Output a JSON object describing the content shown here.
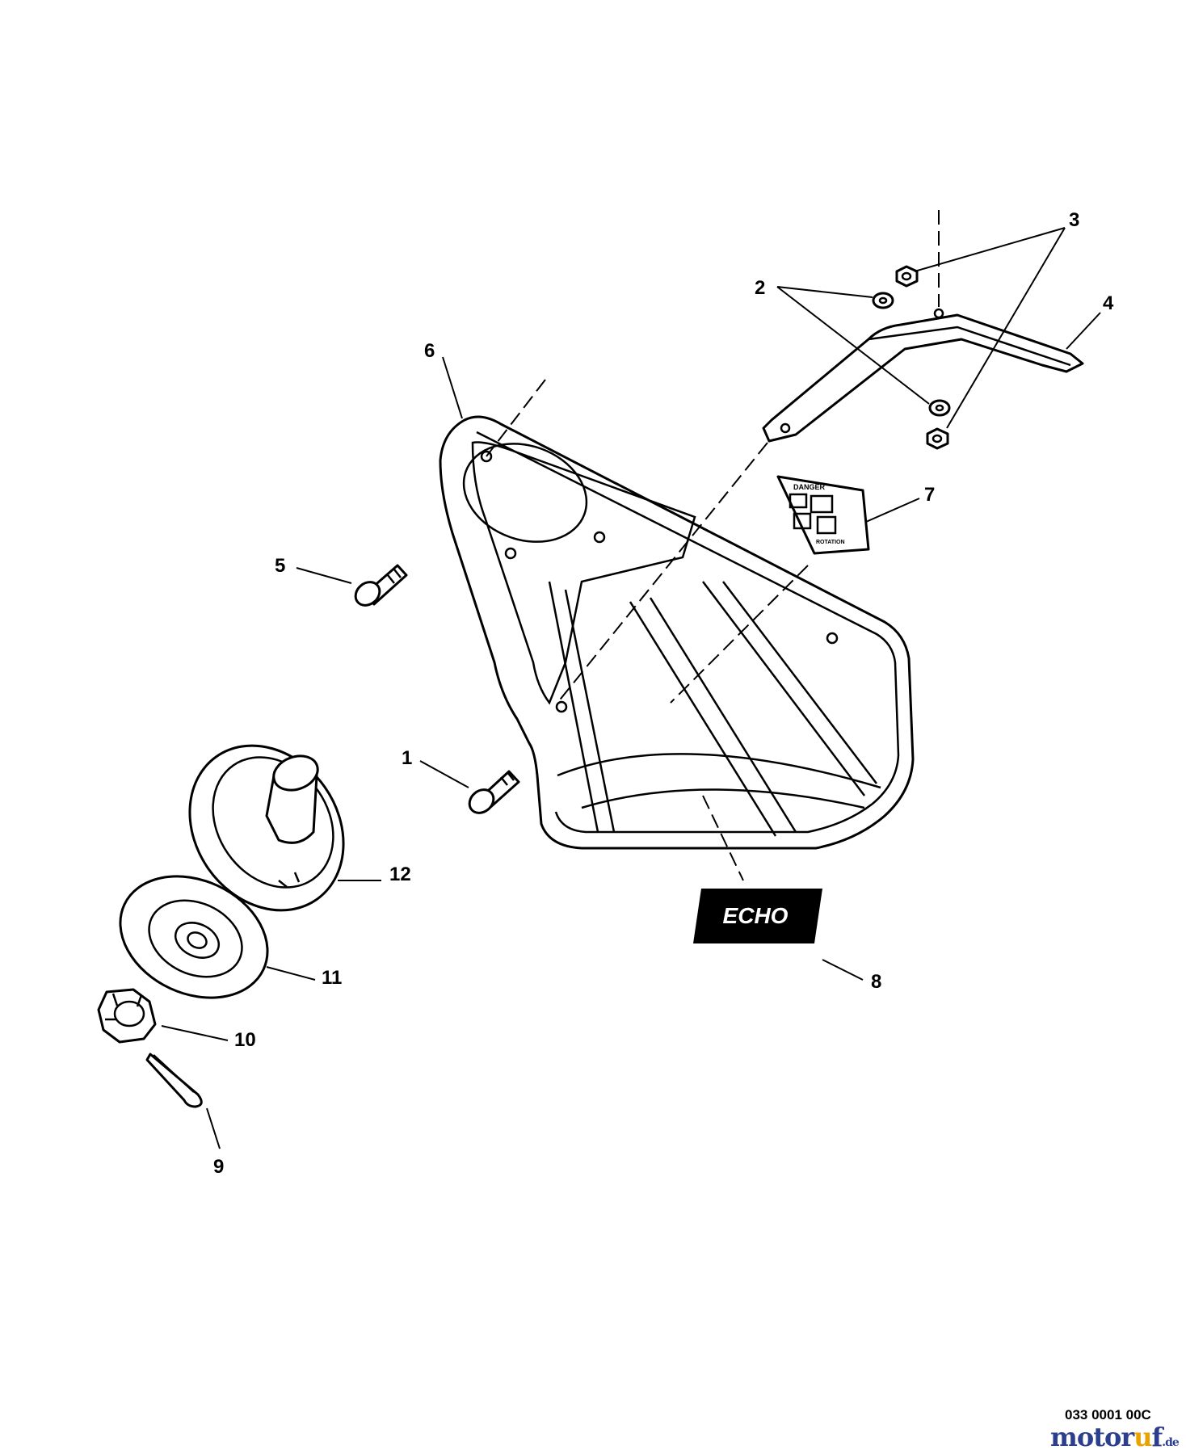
{
  "callouts": {
    "c1": "1",
    "c2": "2",
    "c3": "3",
    "c4": "4",
    "c5": "5",
    "c6": "6",
    "c7": "7",
    "c8": "8",
    "c9": "9",
    "c10": "10",
    "c11": "11",
    "c12": "12"
  },
  "danger_label": {
    "title": "DANGER",
    "rotation": "ROTATION"
  },
  "brand_decal": "ECHO",
  "drawing_code": "033 0001 00C",
  "watermark": {
    "brand_main": "motor",
    "brand_accent": "u",
    "brand_end": "f",
    "tld": ".de"
  },
  "colors": {
    "line": "#000000",
    "background": "#ffffff",
    "watermark": "#2c3f8f",
    "watermark_accent": "#e8a300"
  }
}
